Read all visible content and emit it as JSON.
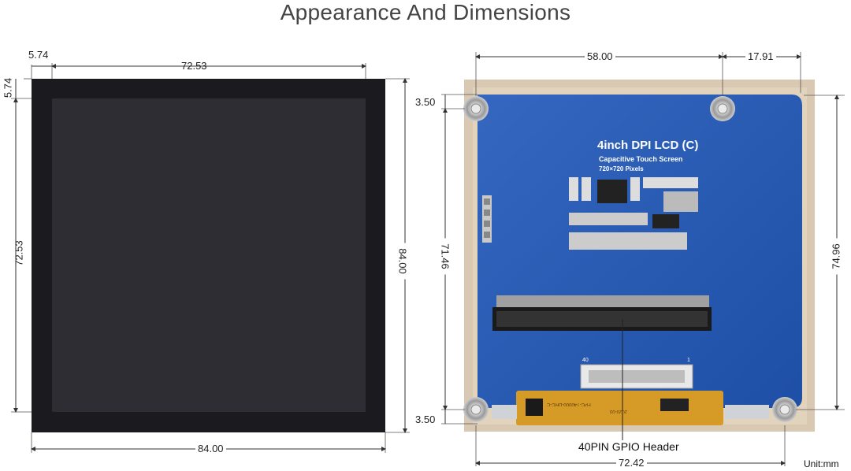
{
  "title": "Appearance And Dimensions",
  "front": {
    "top_offset": "5.74",
    "left_offset": "5.74",
    "active_width": "72.53",
    "active_height": "72.53",
    "outer_height": "84.00",
    "outer_width": "84.00"
  },
  "back": {
    "hole_spacing_top": "58.00",
    "hole_edge_top": "17.91",
    "hole_top_inset": "3.50",
    "hole_bottom_inset": "3.50",
    "left_height": "71.46",
    "right_height": "74.96",
    "bottom_width": "72.42",
    "board_title": "4inch DPI LCD (C)",
    "board_subtitle": "Capacitive Touch Screen",
    "board_pixels": "720×720 Pixels",
    "fpc_text": "FPC-T40000-DRC-C",
    "fpc_date": "2020-03",
    "fpc_pin_40": "40",
    "fpc_pin_1": "1",
    "gpio_label": "40PIN GPIO Header",
    "unit": "Unit:mm"
  }
}
